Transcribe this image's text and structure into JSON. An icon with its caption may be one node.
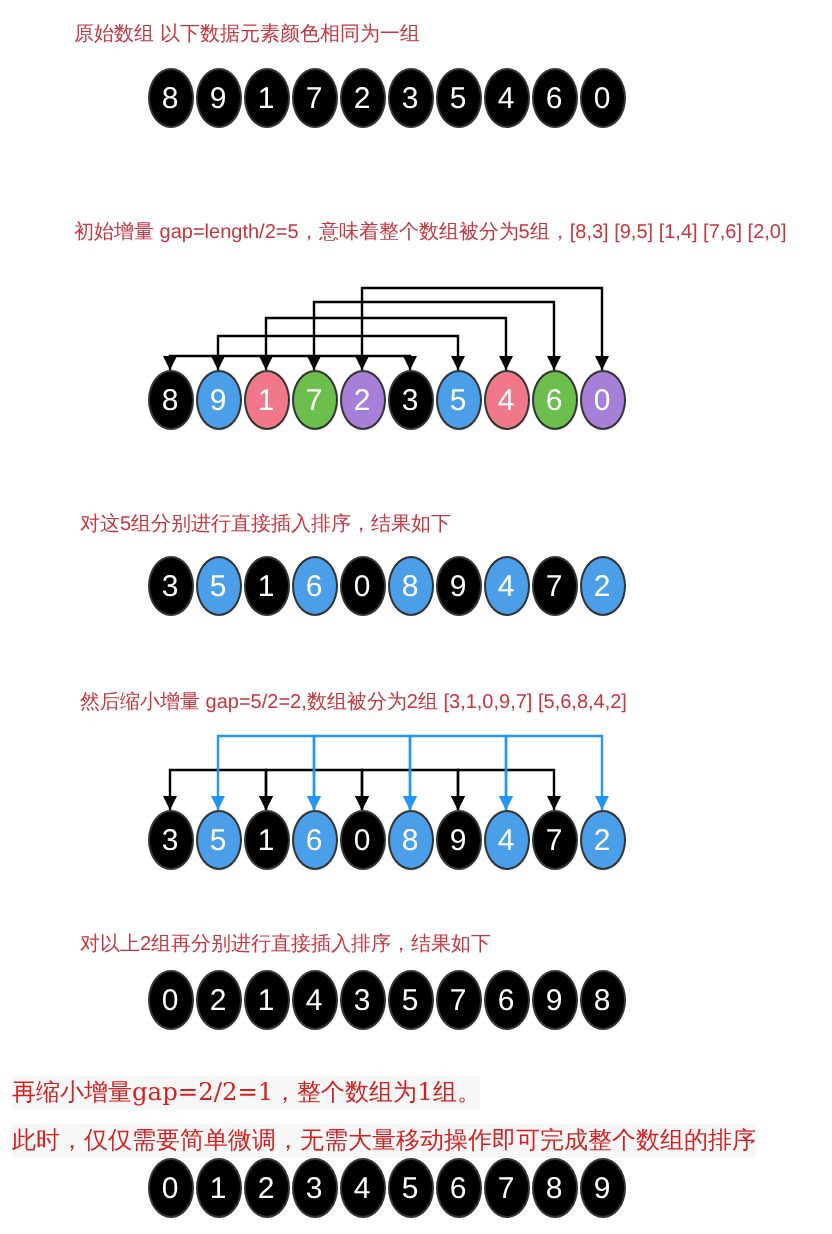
{
  "diagram": {
    "nodes": [
      {
        "text": [
          "8"
        ]
      },
      {
        "text": [
          "9"
        ]
      },
      {
        "text": [
          "1"
        ]
      },
      {
        "text": [
          "7"
        ]
      },
      {
        "text": [
          "2"
        ]
      },
      {
        "text": [
          "3"
        ]
      },
      {
        "text": [
          "5"
        ]
      },
      {
        "text": [
          "4"
        ]
      },
      {
        "text": [
          "6"
        ]
      },
      {
        "text": [
          "0"
        ]
      },
      {
        "text": [
          "8"
        ]
      },
      {
        "text": [
          "9"
        ]
      },
      {
        "text": [
          "1"
        ]
      },
      {
        "text": [
          "7"
        ]
      },
      {
        "text": [
          "2"
        ]
      },
      {
        "text": [
          "3"
        ]
      },
      {
        "text": [
          "5"
        ]
      },
      {
        "text": [
          "4"
        ]
      },
      {
        "text": [
          "6"
        ]
      },
      {
        "text": [
          "0"
        ]
      },
      {
        "text": [
          "3"
        ]
      },
      {
        "text": [
          "5"
        ]
      },
      {
        "text": [
          "1"
        ]
      },
      {
        "text": [
          "6"
        ]
      },
      {
        "text": [
          "0"
        ]
      },
      {
        "text": [
          "8"
        ]
      },
      {
        "text": [
          "9"
        ]
      },
      {
        "text": [
          "4"
        ]
      },
      {
        "text": [
          "7"
        ]
      },
      {
        "text": [
          "2"
        ]
      },
      {
        "text": [
          "3"
        ]
      },
      {
        "text": [
          "5"
        ]
      },
      {
        "text": [
          "1"
        ]
      },
      {
        "text": [
          "6"
        ]
      },
      {
        "text": [
          "0"
        ]
      },
      {
        "text": [
          "8"
        ]
      },
      {
        "text": [
          "9"
        ]
      },
      {
        "text": [
          "4"
        ]
      },
      {
        "text": [
          "7"
        ]
      },
      {
        "text": [
          "2"
        ]
      },
      {
        "text": [
          "0"
        ]
      },
      {
        "text": [
          "2"
        ]
      },
      {
        "text": [
          "1"
        ]
      },
      {
        "text": [
          "4"
        ]
      },
      {
        "text": [
          "3"
        ]
      },
      {
        "text": [
          "5"
        ]
      },
      {
        "text": [
          "7"
        ]
      },
      {
        "text": [
          "6"
        ]
      },
      {
        "text": [
          "9"
        ]
      },
      {
        "text": [
          "8"
        ]
      },
      {
        "text": [
          "0"
        ]
      },
      {
        "text": [
          "1"
        ]
      },
      {
        "text": [
          "2"
        ]
      },
      {
        "text": [
          "3"
        ]
      },
      {
        "text": [
          "4"
        ]
      },
      {
        "text": [
          "5"
        ]
      },
      {
        "text": [
          "6"
        ]
      },
      {
        "text": [
          "7"
        ]
      },
      {
        "text": [
          "8"
        ]
      },
      {
        "text": [
          "9"
        ]
      }
    ],
    "edges": [
      {
        "from": 10,
        "to": 15,
        "arrow": "both"
      },
      {
        "from": 11,
        "to": 16,
        "arrow": "both"
      },
      {
        "from": 12,
        "to": 17,
        "arrow": "both"
      },
      {
        "from": 13,
        "to": 18,
        "arrow": "both"
      },
      {
        "from": 14,
        "to": 19,
        "arrow": "both"
      },
      {
        "from": 30,
        "to": 32,
        "arrow": "both"
      },
      {
        "from": 32,
        "to": 34,
        "arrow": "both"
      },
      {
        "from": 34,
        "to": 36,
        "arrow": "both"
      },
      {
        "from": 36,
        "to": 38,
        "arrow": "both"
      },
      {
        "from": 31,
        "to": 33,
        "arrow": "both",
        "color": "#2196f3"
      },
      {
        "from": 33,
        "to": 35,
        "arrow": "both",
        "color": "#2196f3"
      },
      {
        "from": 35,
        "to": 37,
        "arrow": "both",
        "color": "#2196f3"
      },
      {
        "from": 37,
        "to": 39,
        "arrow": "both",
        "color": "#2196f3"
      }
    ],
    "labels": [
      "原始数组  以下数据元素颜色相同为一组",
      "初始增量 gap=length/2=5，意味着整个数组被分为5组，[8,3] [9,5] [1,4] [7,6] [2,0]",
      "对这5组分别进行直接插入排序，结果如下",
      "然后缩小增量 gap=5/2=2,数组被分为2组 [3,1,0,9,7] [5,6,8,4,2]",
      "对以上2组再分别进行直接插入排序，结果如下",
      "再缩小增量gap=2/2=1，整个数组为1组。",
      "此时，仅仅需要简单微调，无需大量移动操作即可完成整个数组的排序"
    ]
  }
}
